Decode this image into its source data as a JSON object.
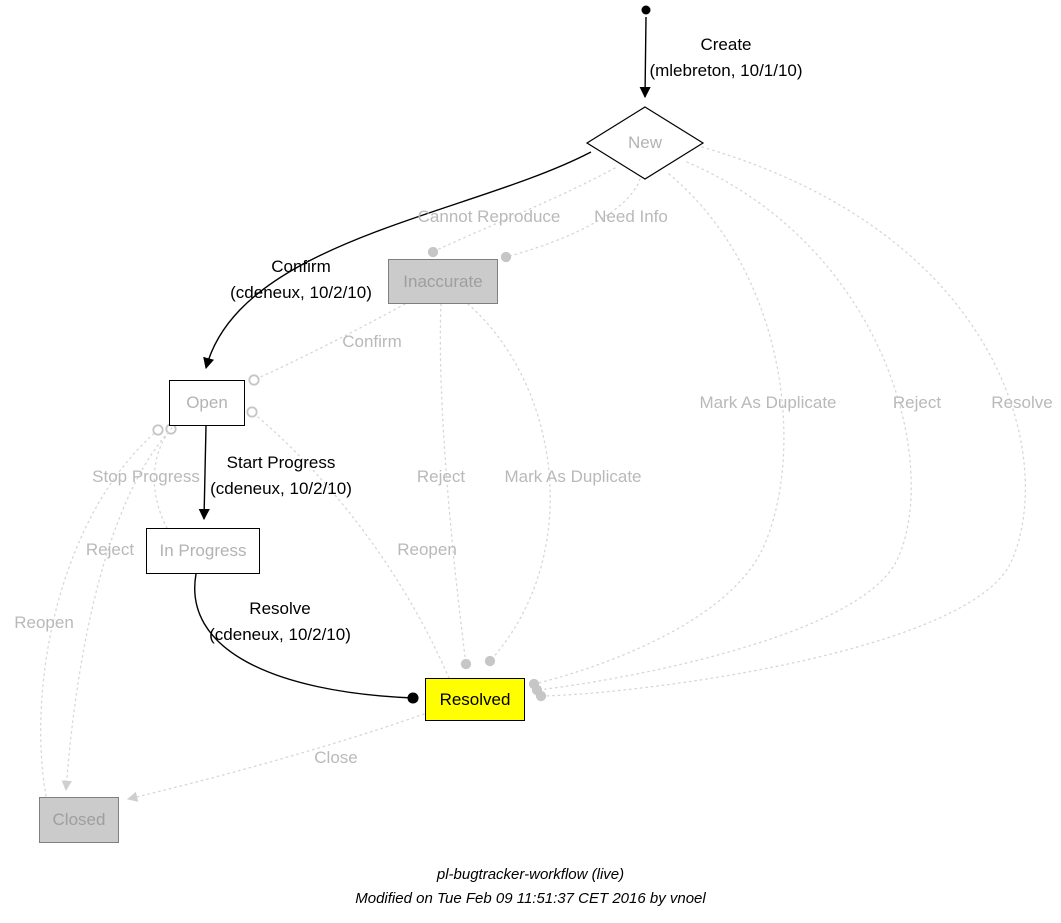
{
  "nodes": {
    "new": "New",
    "inaccurate": "Inaccurate",
    "open": "Open",
    "in_progress": "In Progress",
    "resolved": "Resolved",
    "closed": "Closed"
  },
  "executed_transitions": {
    "create": {
      "label": "Create",
      "by": "(mlebreton, 10/1/10)"
    },
    "confirm": {
      "label": "Confirm",
      "by": "(cdeneux, 10/2/10)"
    },
    "start_progress": {
      "label": "Start Progress",
      "by": "(cdeneux, 10/2/10)"
    },
    "resolve": {
      "label": "Resolve",
      "by": "(cdeneux, 10/2/10)"
    }
  },
  "available_transitions": {
    "cannot_reproduce": "Cannot Reproduce",
    "need_info": "Need Info",
    "confirm": "Confirm",
    "mark_as_duplicate_from_new": "Mark As Duplicate",
    "reject_from_new": "Reject",
    "resolve_from_new": "Resolve",
    "stop_progress": "Stop Progress",
    "reject_mid": "Reject",
    "mark_as_duplicate_mid": "Mark As Duplicate",
    "reject_left": "Reject",
    "reopen_from_resolved": "Reopen",
    "reopen_from_closed": "Reopen",
    "close": "Close"
  },
  "footer": {
    "title": "pl-bugtracker-workflow (live)",
    "modified": "Modified on Tue Feb 09 11:51:37 CET 2016 by vnoel"
  },
  "colors": {
    "current_state_fill": "#ffff00",
    "terminal_state_fill": "#cbcbcb",
    "inactive_text": "#b3b3b3",
    "inactive_edge": "#d6d6d6",
    "active_edge": "#000000"
  }
}
